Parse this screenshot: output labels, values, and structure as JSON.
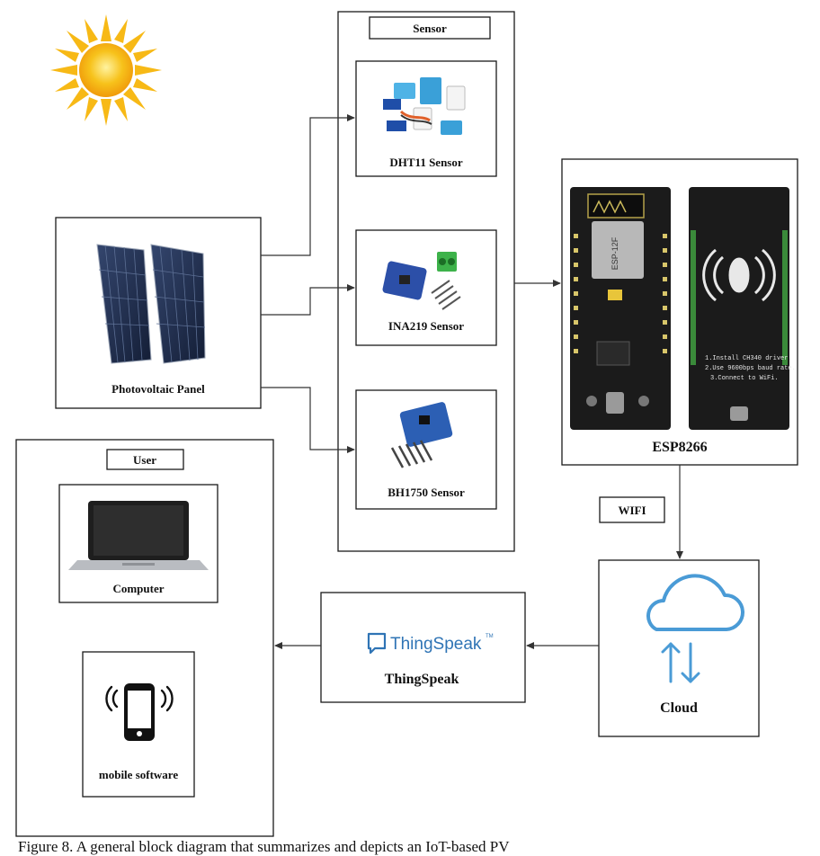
{
  "sensor_group": {
    "title": "Sensor"
  },
  "sensors": [
    {
      "label": "DHT11 Sensor"
    },
    {
      "label": "INA219 Sensor"
    },
    {
      "label": "BH1750 Sensor"
    }
  ],
  "panel": {
    "label": "Photovoltaic Panel"
  },
  "esp": {
    "label": "ESP8266",
    "board_text": "ESP-12F",
    "back_lines": [
      "1.Install CH340 driver.",
      "2.Use 9600bps baud rate.",
      "3.Connect to WiFi."
    ]
  },
  "link": {
    "label": "WIFI"
  },
  "cloud": {
    "label": "Cloud"
  },
  "thingspeak": {
    "logo_text": "ThingSpeak",
    "tm": "TM",
    "label": "ThingSpeak"
  },
  "user_group": {
    "title": "User"
  },
  "devices": [
    {
      "label": "Computer"
    },
    {
      "label": "mobile software"
    }
  ],
  "caption": {
    "text": "Figure 8. A general block diagram that summarizes and depicts an IoT-based PV"
  },
  "colors": {
    "cloud_blue": "#4a9bd6",
    "thingspeak_blue": "#2f74b5",
    "panel_blue": "#1d2b4a",
    "board_black": "#1b1b1b",
    "sensor_blue": "#2c5fb4",
    "sun_yellow": "#f7c21b"
  }
}
